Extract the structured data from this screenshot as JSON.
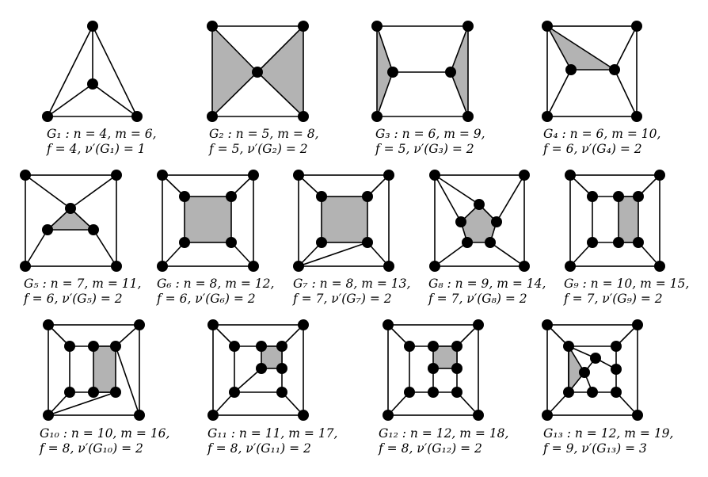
{
  "graphs": [
    {
      "name": "G1",
      "caption_line1": "G₁ : n = 4, m = 6,",
      "caption_line2": "f = 4, ν′(G₁) = 1"
    },
    {
      "name": "G2",
      "caption_line1": "G₂ : n = 5, m = 8,",
      "caption_line2": "f = 5, ν′(G₂) = 2"
    },
    {
      "name": "G3",
      "caption_line1": "G₃ : n = 6, m = 9,",
      "caption_line2": "f = 5, ν′(G₃) = 2"
    },
    {
      "name": "G4",
      "caption_line1": "G₄ : n = 6, m = 10,",
      "caption_line2": "f = 6, ν′(G₄) = 2"
    },
    {
      "name": "G5",
      "caption_line1": "G₅ : n = 7, m = 11,",
      "caption_line2": "f = 6, ν′(G₅) = 2"
    },
    {
      "name": "G6",
      "caption_line1": "G₆ : n = 8, m = 12,",
      "caption_line2": "f = 6, ν′(G₆) = 2"
    },
    {
      "name": "G7",
      "caption_line1": "G₇ : n = 8, m = 13,",
      "caption_line2": "f = 7, ν′(G₇) = 2"
    },
    {
      "name": "G8",
      "caption_line1": "G₈ : n = 9, m = 14,",
      "caption_line2": "f = 7, ν′(G₈) = 2"
    },
    {
      "name": "G9",
      "caption_line1": "G₉ : n = 10, m = 15,",
      "caption_line2": "f = 7, ν′(G₉) = 2"
    },
    {
      "name": "G10",
      "caption_line1": "G₁₀ : n = 10, m = 16,",
      "caption_line2": "f = 8, ν′(G₁₀) = 2"
    },
    {
      "name": "G11",
      "caption_line1": "G₁₁ : n = 11, m = 17,",
      "caption_line2": "f = 8, ν′(G₁₁) = 2"
    },
    {
      "name": "G12",
      "caption_line1": "G₁₂ : n = 12, m = 18,",
      "caption_line2": "f = 8, ν′(G₁₂) = 2"
    },
    {
      "name": "G13",
      "caption_line1": "G₁₃ : n = 12, m = 19,",
      "caption_line2": "f = 9, ν′(G₁₃) = 3"
    }
  ]
}
